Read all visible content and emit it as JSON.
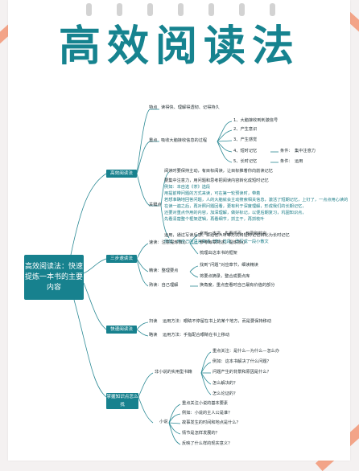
{
  "title": "高效阅读法",
  "central": "高效阅读法：快速提炼一本书的主要内容",
  "branch1": {
    "label": "高效阅读法",
    "te_dian": {
      "label": "特点",
      "text": "读得快、理解得透彻、记得持久"
    },
    "zhong_dian": {
      "label": "重点",
      "text": "吸收大脑接收信息的过程",
      "steps": [
        "1、大脑接收到刺激信号",
        "2、产生意识",
        "3、产生感觉",
        "4、短时记忆",
        "5、长时记忆"
      ],
      "condition_label": "条件：",
      "conditions": [
        "集中注意力",
        "运用"
      ]
    },
    "guan_jian": {
      "label": "关键点",
      "lines": [
        "阅读时要保持主动，有目标阅读，让目标推着你向前读记忆",
        "要集中注意力，用问题和思考把阅读内容转化成短时记忆",
        "例如：本自选《茶》选段",
        "用提前带问题的方式来读，可在第一轮预读时，带着",
        "若想准确地回答问题，人的大脑就会主动搜索相关信息，激活了短期记忆，上钉了，一点点用心读的",
        "在读一遍之后，再对照问题回看，更有利于深度理解，形成我们的长期记忆，",
        "还要对重点作用的内容，加深理解，做好标记，以便后期复习，巩固知识点，",
        "先看清楚整个框架逻辑，再看细节，抓主干，再抓枝叶",
        "运用，通过写读后感、讲给他人听等方式将短时记忆转化为长时记忆",
        "例如：用自己的语言复述《茶》选段，改写成一段小散文"
      ]
    }
  },
  "branch2": {
    "label": "三步速读法",
    "items": [
      {
        "label": "速读：注意提炼核心",
        "subs": [
          "拿到一本书，先看浮页、目录和前言",
          "参考每章简述，提炼核心",
          "梳理出这本书的框架"
        ]
      },
      {
        "label": "精读：整理要点",
        "subs": [
          "找到“问题”对应章节，细读精读",
          "将要点摘录，整合成要点库"
        ]
      },
      {
        "label": "熟读：自己理解",
        "subs": [
          "换角度，重点查看时自己最有价值的部分"
        ]
      }
    ]
  },
  "branch3": {
    "label": "快速阅读法",
    "items": [
      {
        "label": "扫读",
        "text": "运用方法：眼睛不停留在书上的某个地方，而是要保持移动"
      },
      {
        "label": "略读",
        "text": "运用方法：手指配合眼睛在书上移动"
      }
    ]
  },
  "branch4": {
    "label": "掌握知识点怎么找",
    "items": [
      {
        "label": "非小说的实用型书籍",
        "subs": [
          "重点关注：是什么—为什么—怎么办",
          "例如：这本书解决了什么问题？",
          "问题产生的背景和原因是什么？",
          "怎么解决的？",
          "怎么论证的？"
        ]
      },
      {
        "label": "小说",
        "subs": [
          "重点关注小说的基本要素",
          "例如：小说的主人公是谁？",
          "故事发生的时间和地点是什么？",
          "情节是怎样发展的？",
          "反映了什么样的现实意义？"
        ]
      }
    ]
  },
  "colors": {
    "accent": "#17818e",
    "line": "#2c8a95",
    "corner": "#f3a488"
  }
}
